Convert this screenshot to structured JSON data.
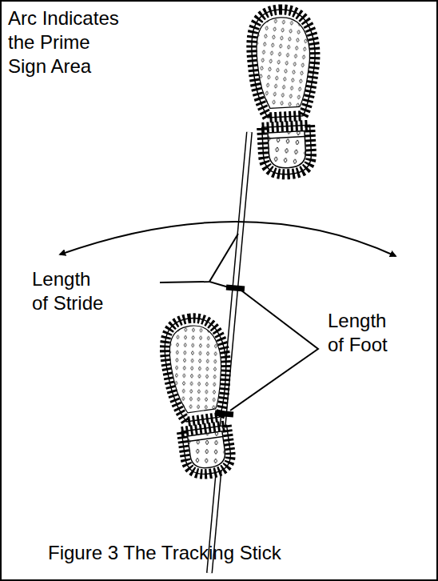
{
  "diagram": {
    "caption": "Figure 3 The Tracking Stick",
    "labels": [
      "Arc Indicates the Prime Sign Area",
      "Length of Stride",
      "Length of Foot"
    ]
  }
}
